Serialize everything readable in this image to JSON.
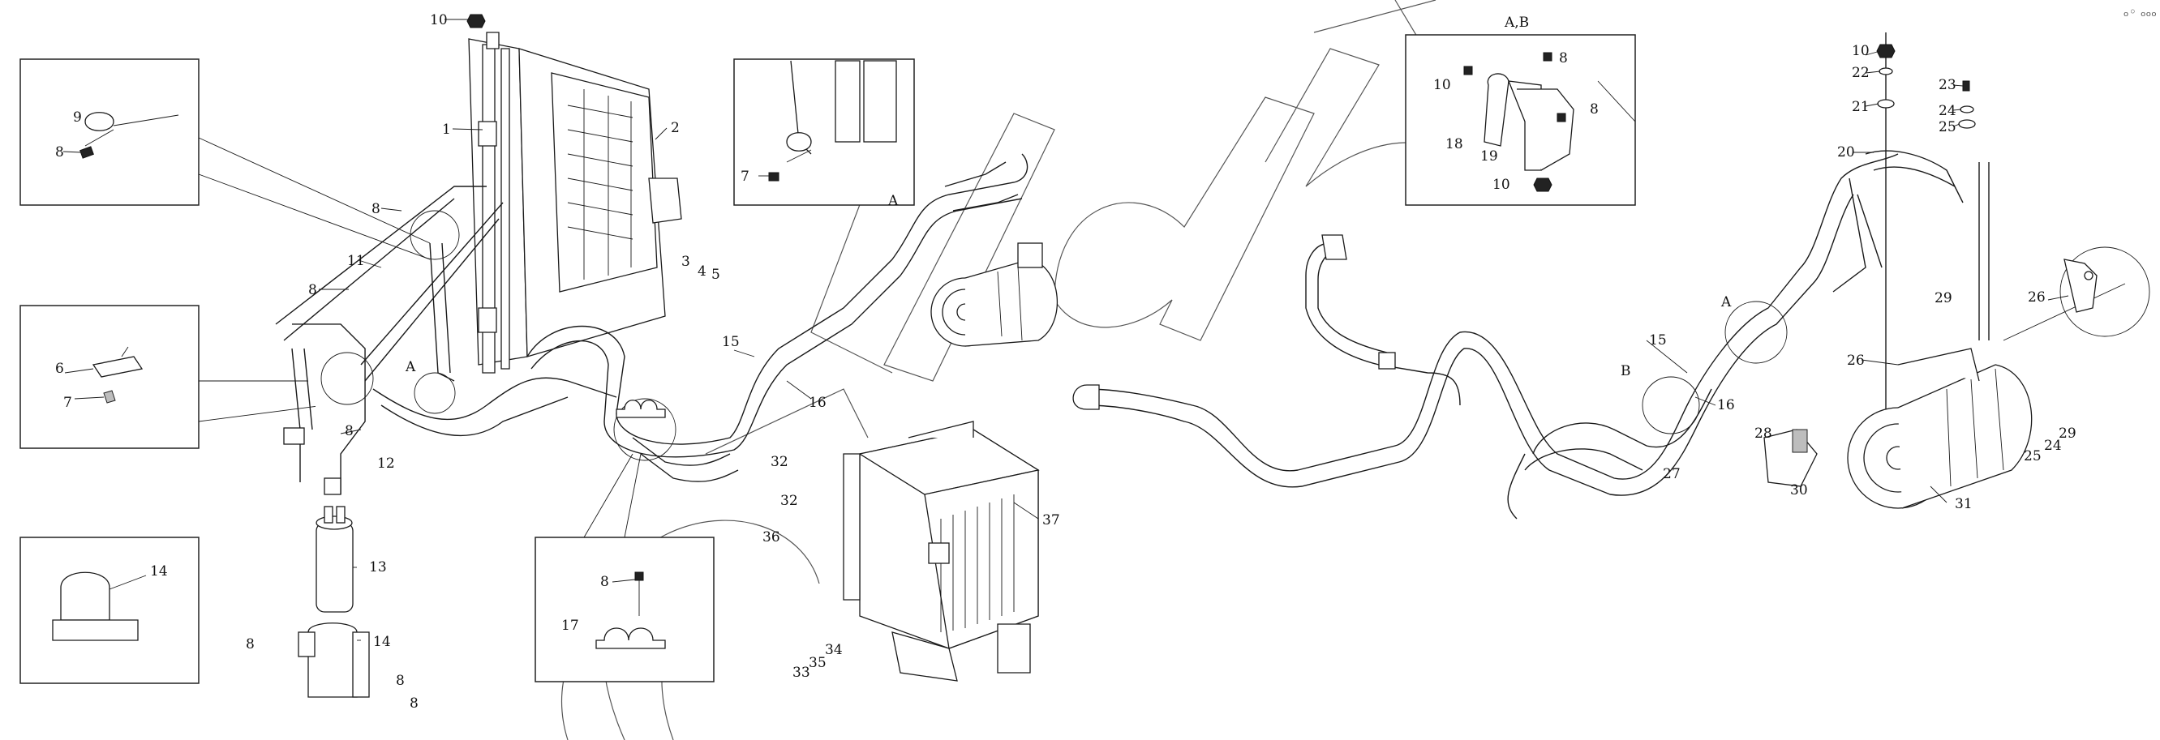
{
  "diagram": {
    "inset_labels": {
      "left_detail": "A",
      "right_box": "A,B",
      "right_section_a": "A",
      "right_section_b": "B",
      "left_clamp": "A"
    },
    "callouts_left": [
      "10",
      "1",
      "2",
      "3",
      "4",
      "5",
      "8",
      "11",
      "9",
      "8",
      "6",
      "7",
      "8",
      "8",
      "12",
      "13",
      "14",
      "14",
      "8",
      "8",
      "8",
      "7",
      "A",
      "15",
      "16",
      "32",
      "32",
      "36",
      "37",
      "33",
      "35",
      "34",
      "8",
      "17"
    ],
    "callouts_right": [
      "8",
      "10",
      "18",
      "19",
      "8",
      "10",
      "10",
      "22",
      "21",
      "20",
      "23",
      "24",
      "25",
      "29",
      "26",
      "26",
      "15",
      "16",
      "28",
      "27",
      "30",
      "31",
      "25",
      "24",
      "29"
    ],
    "corner_mark": "ₒ◦ ₒₒₒ",
    "colors": {
      "line": "#1a1a1a",
      "watermark": "#555555",
      "background": "#ffffff"
    }
  }
}
